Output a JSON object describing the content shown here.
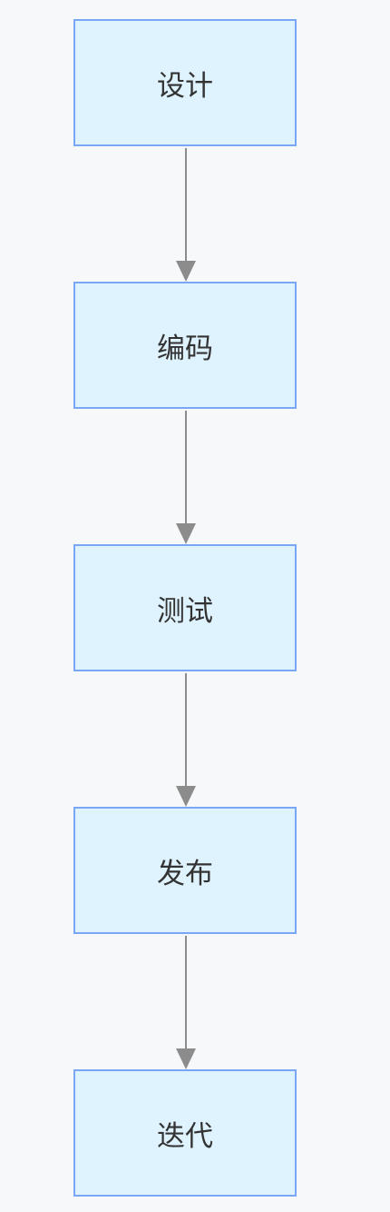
{
  "diagram": {
    "nodes": [
      {
        "id": "design",
        "label": "设计"
      },
      {
        "id": "coding",
        "label": "编码"
      },
      {
        "id": "testing",
        "label": "测试"
      },
      {
        "id": "release",
        "label": "发布"
      },
      {
        "id": "iterate",
        "label": "迭代"
      }
    ],
    "edges": [
      {
        "from": "design",
        "to": "coding"
      },
      {
        "from": "coding",
        "to": "testing"
      },
      {
        "from": "testing",
        "to": "release"
      },
      {
        "from": "release",
        "to": "iterate"
      }
    ],
    "colors": {
      "background": "#f7f8fa",
      "node_fill": "#dff3ff",
      "node_border": "#79a7f5",
      "edge": "#8c8c8c",
      "text": "#333333"
    }
  }
}
